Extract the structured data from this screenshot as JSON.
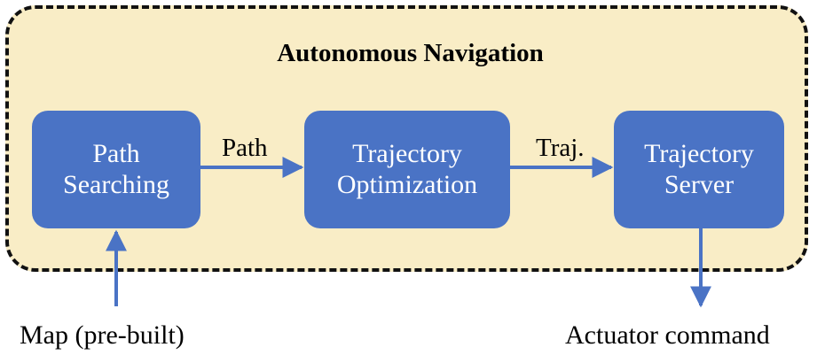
{
  "title": "Autonomous Navigation",
  "nodes": {
    "path_searching": {
      "line1": "Path",
      "line2": "Searching"
    },
    "trajectory_optimization": {
      "line1": "Trajectory",
      "line2": "Optimization"
    },
    "trajectory_server": {
      "line1": "Trajectory",
      "line2": "Server"
    }
  },
  "edges": {
    "path": "Path",
    "traj": "Traj."
  },
  "inputs": {
    "map": "Map (pre-built)"
  },
  "outputs": {
    "actuator": "Actuator command"
  },
  "colors": {
    "container_fill": "#f9edc6",
    "node_fill": "#4a73c5",
    "arrow": "#4a73c5"
  }
}
